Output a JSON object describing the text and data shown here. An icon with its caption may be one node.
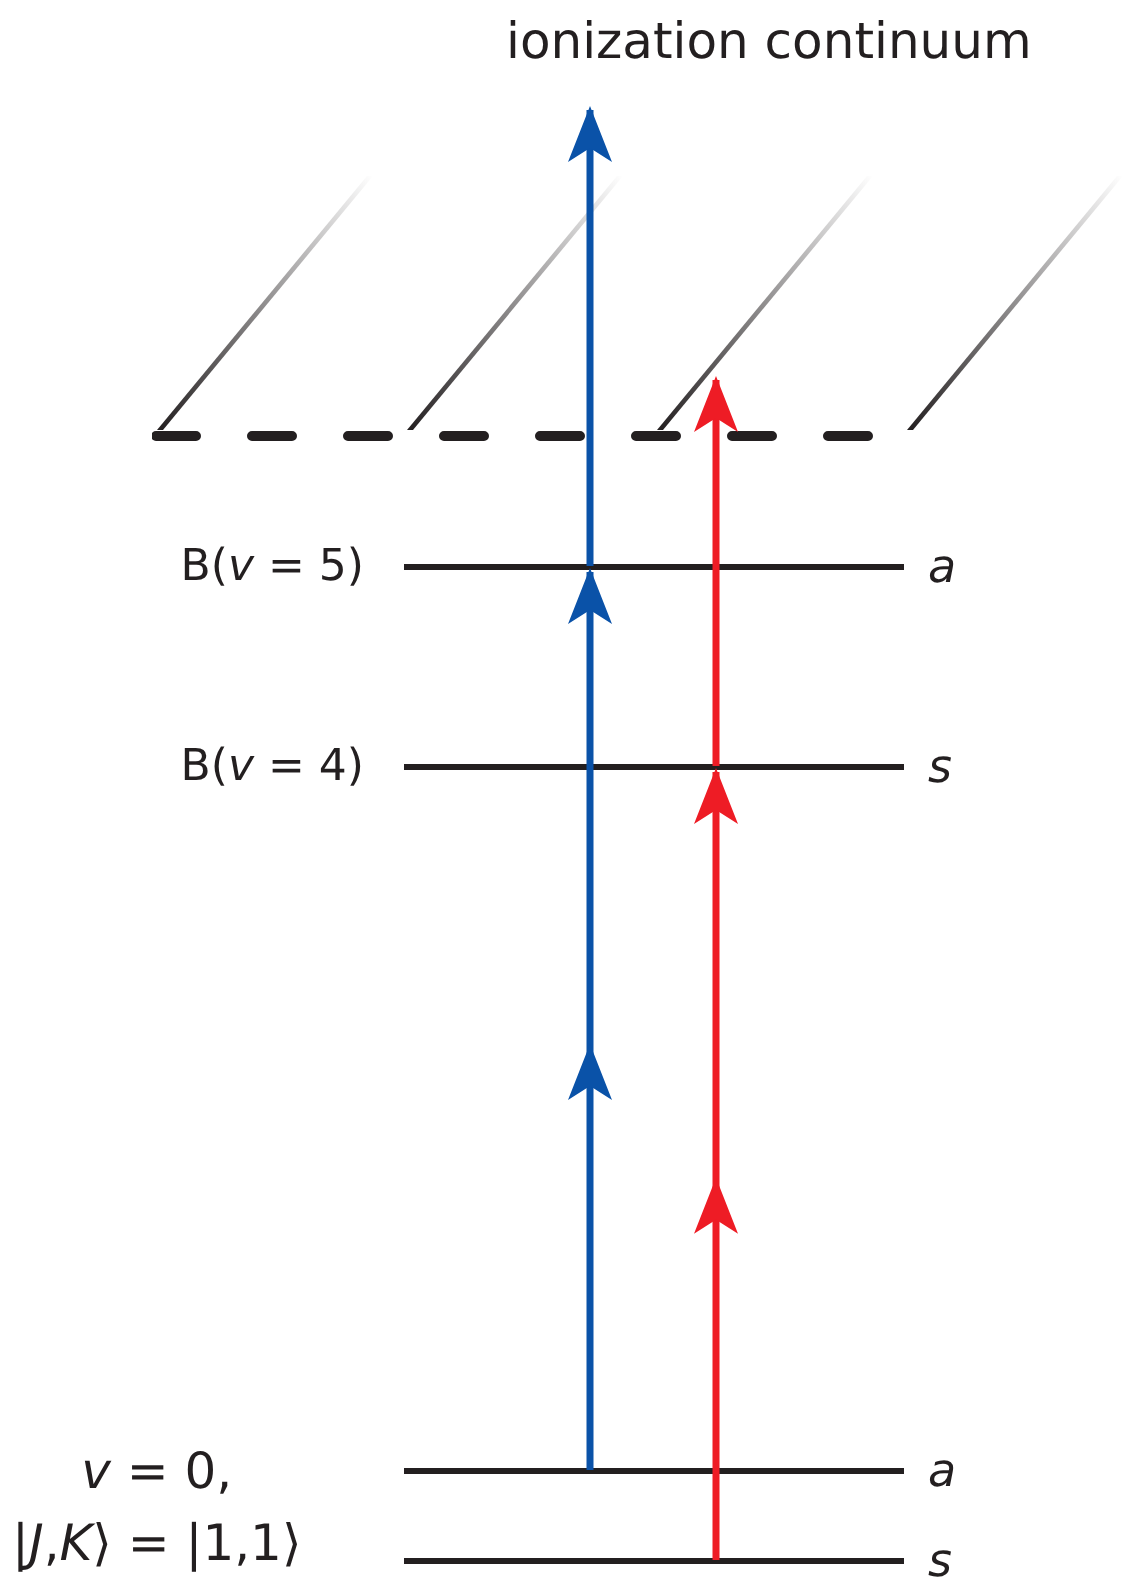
{
  "diagram": {
    "nodes": [
      {
        "text": [],
        "shape": "bar"
      },
      {
        "text": [
          "B(*v* = 5)"
        ],
        "beside": [
          "a"
        ]
      },
      {
        "text": [
          "B(*v* = 4)"
        ],
        "beside": [
          "s"
        ]
      },
      {
        "text": [],
        "shape": "bar",
        "beside": [
          "a"
        ]
      },
      {
        "text": [],
        "shape": "bar",
        "beside": [
          "s"
        ]
      }
    ],
    "edges": [
      {
        "from": 3,
        "to": 1,
        "arrow": "to",
        "color": "#0a52a8"
      },
      {
        "from": 1,
        "to": null,
        "arrow": "to",
        "color": "#0a52a8"
      },
      {
        "from": 4,
        "to": 2,
        "arrow": "to",
        "color": "#ee1c25"
      },
      {
        "from": 2,
        "to": 0,
        "arrow": "to",
        "color": "#ee1c25"
      }
    ],
    "labels": [
      "ionization continuum",
      "*v* = 0, |*J*,*K*⟩ = |1,1⟩"
    ]
  }
}
